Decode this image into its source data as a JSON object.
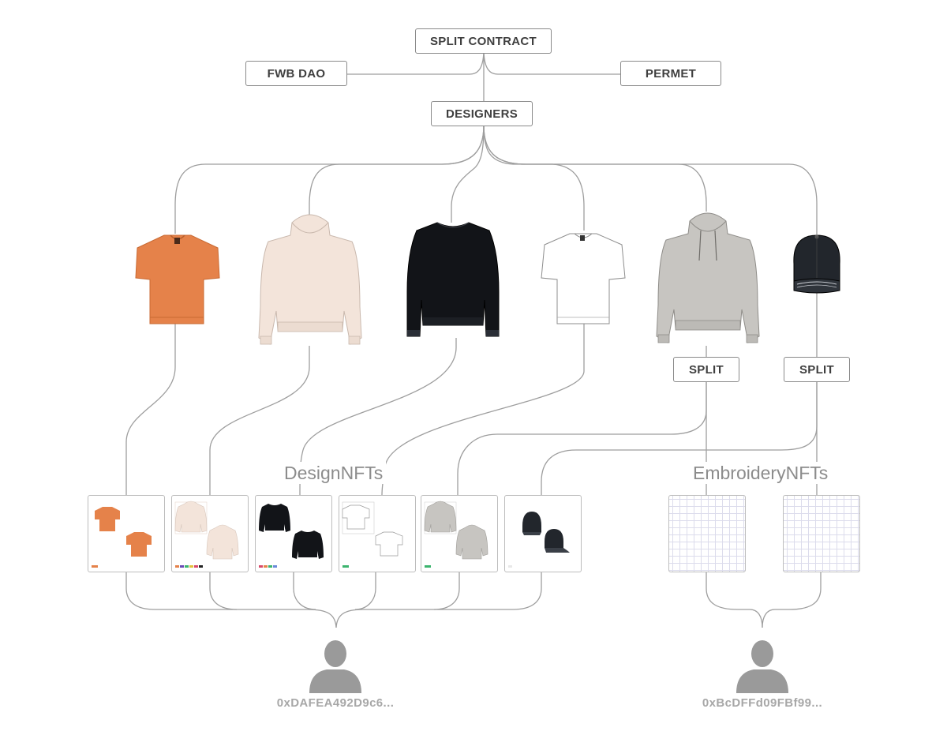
{
  "nodes": {
    "split_contract": "SPLIT CONTRACT",
    "fwb_dao": "FWB DAO",
    "permet": "PERMET",
    "designers": "DESIGNERS",
    "split_1": "SPLIT",
    "split_2": "SPLIT"
  },
  "groups": {
    "design_nfts": "DesignNFTs",
    "embroidery_nfts": "EmbroideryNFTs"
  },
  "garments": [
    {
      "icon": "orange-tshirt-icon",
      "color": "#e5824a"
    },
    {
      "icon": "cream-hoodie-icon",
      "color": "#f3e4da"
    },
    {
      "icon": "black-sweatshirt-icon",
      "color": "#121418"
    },
    {
      "icon": "white-tshirt-icon",
      "color": "#ffffff"
    },
    {
      "icon": "grey-hoodie-icon",
      "color": "#c7c5c1"
    },
    {
      "icon": "black-cap-icon",
      "color": "#22262c"
    }
  ],
  "owners": [
    {
      "icon": "user-avatar-icon",
      "address": "0xDAFEA492D9c6..."
    },
    {
      "icon": "user-avatar-icon",
      "address": "0xBcDFFd09FBf99..."
    }
  ],
  "colors": {
    "wire": "#9e9e9e",
    "node_border": "#8a8a8a",
    "avatar": "#9a9a9a",
    "label": "#8c8c8c"
  }
}
